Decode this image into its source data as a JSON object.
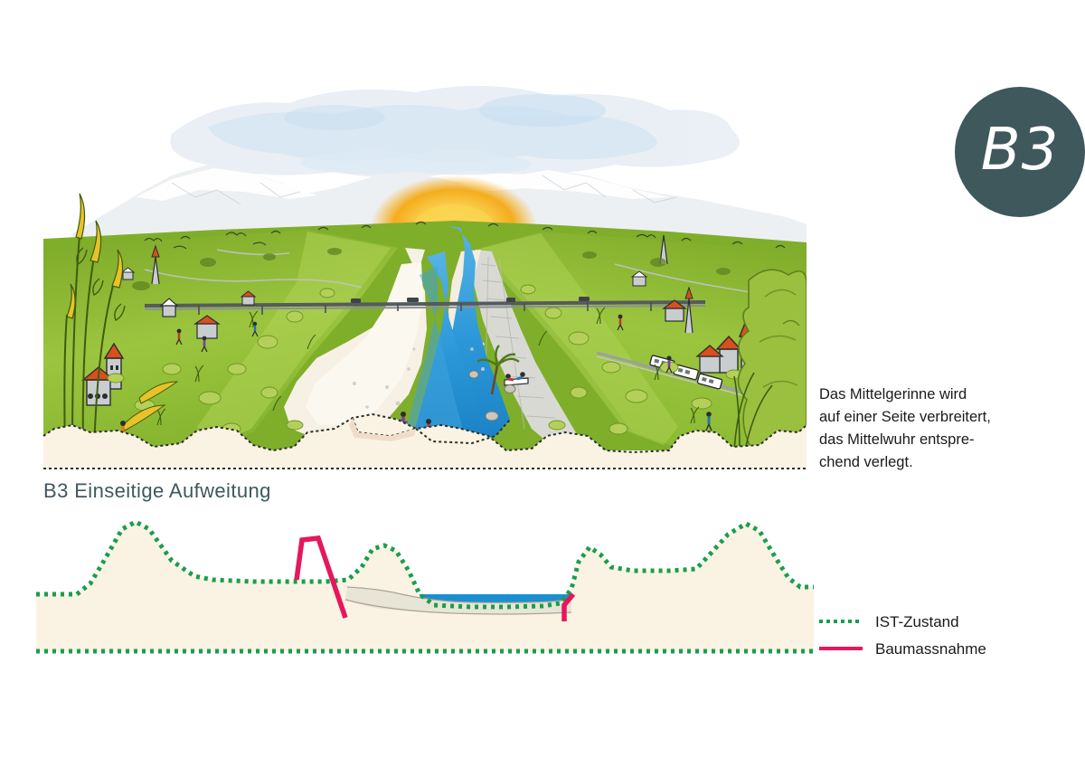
{
  "badge": {
    "label": "B3",
    "color": "#3e585c",
    "text_color": "#ffffff"
  },
  "section": {
    "title": "B3 Einseitige Aufweitung",
    "title_color": "#3e585c"
  },
  "description": {
    "text": "Das Mittelgerinne wird\nauf einer Seite verbreitert,\ndas Mittelwuhr entspre-\nchend verlegt."
  },
  "legend": {
    "items": [
      {
        "label": "IST-Zustand",
        "style": "dotted",
        "color": "#1a9e4b"
      },
      {
        "label": "Baumassnahme",
        "style": "solid",
        "color": "#e6175c"
      }
    ]
  },
  "illustration": {
    "title": "river-valley-perspective-illustration",
    "scene_elements": [
      "sky-clouds",
      "snow-capped-mountains",
      "sunrise-glow",
      "green-valley-floor",
      "villages-with-churches",
      "railway-with-train",
      "road-bridge-over-river",
      "blue-river-channel",
      "widened-gravel-bank-left",
      "riprap-stone-bank-right",
      "people-walking-and-resting",
      "tall-reeds-foreground-left",
      "tree-mass-right-edge",
      "cutaway-cross-section-base"
    ],
    "colors": {
      "sky": "#eef2f6",
      "sky_blue": "#c7def0",
      "mountain": "#eceff1",
      "sun_outer": "#f5b21a",
      "sun_inner": "#fbd34d",
      "grass_far": "#7fae2b",
      "grass_mid": "#8cbb33",
      "grass_near": "#a3c94b",
      "grass_dark": "#6f9c22",
      "water": "#2a96d8",
      "water_dark": "#1a82c4",
      "gravel": "#f4efe2",
      "riprap": "#d8d8d4",
      "base_fill": "#faf3e3",
      "outline": "#1e1e1e",
      "village_roof": "#d94f1e",
      "village_wall": "#c9cdd0"
    }
  },
  "chart_data": {
    "type": "area",
    "title": "B3 Einseitige Aufweitung",
    "xlabel": "",
    "ylabel": "",
    "grid": false,
    "legend_position": "right",
    "series": [
      {
        "name": "IST-Zustand",
        "style": "dotted",
        "color": "#1a9e4b",
        "description": "Existing terrain profile: left dam crest, flat floodplain, mid dam, widened channel bed with water, right dam, high right embankment",
        "points": [
          [
            0,
            92
          ],
          [
            20,
            92
          ],
          [
            45,
            92
          ],
          [
            60,
            80
          ],
          [
            75,
            55
          ],
          [
            95,
            20
          ],
          [
            110,
            12
          ],
          [
            125,
            20
          ],
          [
            150,
            55
          ],
          [
            175,
            72
          ],
          [
            195,
            76
          ],
          [
            240,
            78
          ],
          [
            290,
            78
          ],
          [
            320,
            78
          ],
          [
            345,
            76
          ],
          [
            360,
            62
          ],
          [
            372,
            42
          ],
          [
            385,
            38
          ],
          [
            398,
            44
          ],
          [
            412,
            66
          ],
          [
            424,
            92
          ],
          [
            440,
            104
          ],
          [
            480,
            106
          ],
          [
            520,
            106
          ],
          [
            560,
            105
          ],
          [
            580,
            102
          ],
          [
            592,
            86
          ],
          [
            600,
            56
          ],
          [
            612,
            40
          ],
          [
            624,
            48
          ],
          [
            636,
            62
          ],
          [
            660,
            66
          ],
          [
            700,
            66
          ],
          [
            730,
            64
          ],
          [
            745,
            48
          ],
          [
            765,
            26
          ],
          [
            785,
            14
          ],
          [
            800,
            22
          ],
          [
            818,
            52
          ],
          [
            832,
            74
          ],
          [
            845,
            84
          ],
          [
            860,
            84
          ]
        ],
        "baseline_y": 155
      },
      {
        "name": "Baumassnahme",
        "style": "solid",
        "color": "#e6175c",
        "description": "Construction measure: relocated mid weir (left peak and slope down into widened bed) plus small right-bank toe element",
        "paths": [
          [
            [
              288,
              76
            ],
            [
              294,
              32
            ],
            [
              312,
              30
            ],
            [
              342,
              118
            ]
          ],
          [
            [
              592,
              92
            ],
            [
              584,
              104
            ],
            [
              584,
              122
            ]
          ]
        ]
      }
    ],
    "fills": [
      {
        "name": "terrain-body",
        "color": "#faf3e3"
      },
      {
        "name": "channel-water",
        "color": "#1a8fd0"
      },
      {
        "name": "channel-sediment",
        "color": "#e9e5d6"
      }
    ],
    "axis_note": "Schematic river cross-section, no numeric axes shown"
  }
}
